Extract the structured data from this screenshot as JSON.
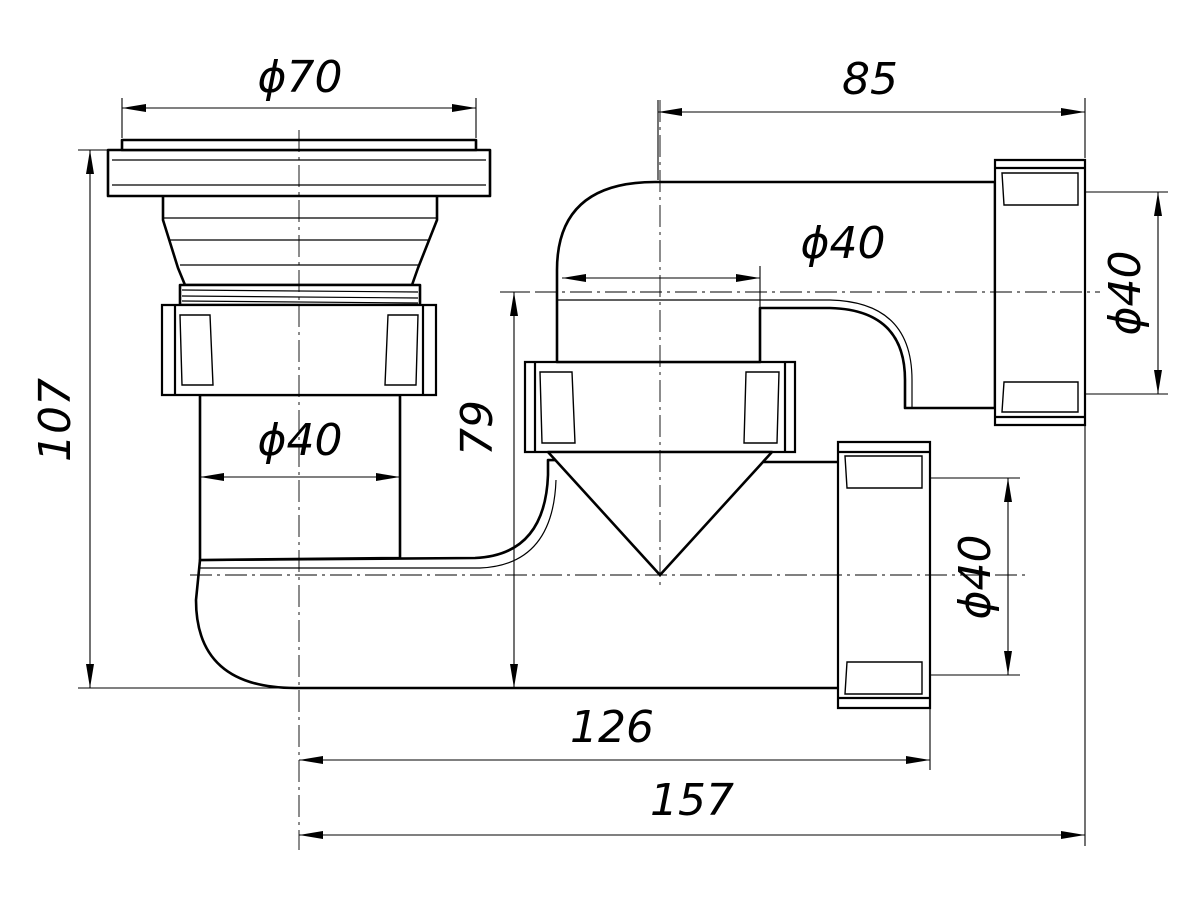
{
  "drawing": {
    "dimensions": {
      "top_width": "ϕ70",
      "right_offset": "85",
      "upper_branch_diameter": "ϕ40",
      "outlet_upper_diameter": "ϕ40",
      "left_pipe_diameter": "ϕ40",
      "height_total": "107",
      "height_inner": "79",
      "outlet_lower_diameter": "ϕ40",
      "bottom_inner_length": "126",
      "bottom_total_length": "157"
    }
  }
}
